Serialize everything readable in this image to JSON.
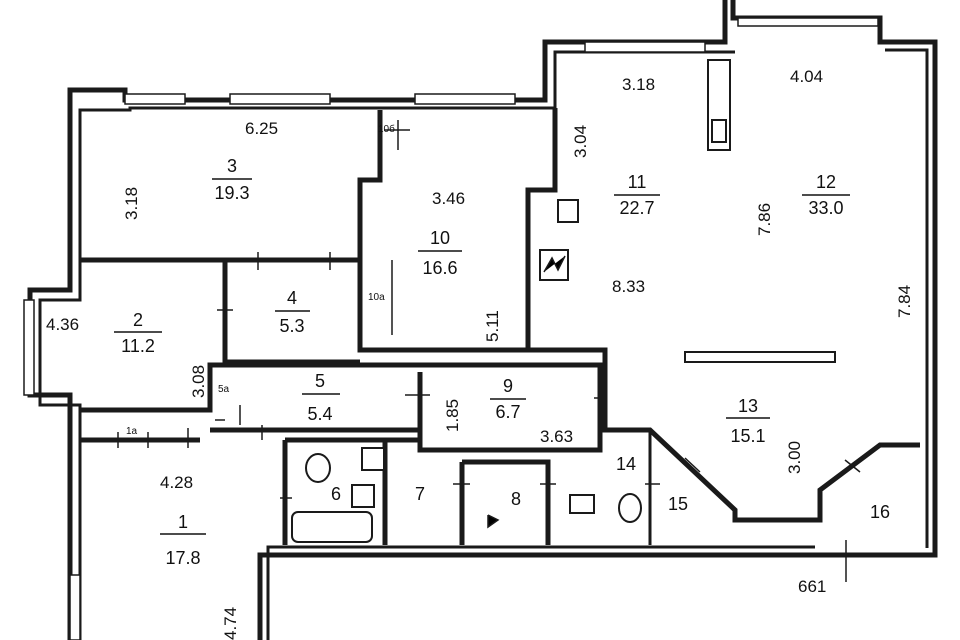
{
  "rooms": [
    {
      "id": "1",
      "area": "17.8"
    },
    {
      "id": "2",
      "area": "11.2"
    },
    {
      "id": "3",
      "area": "19.3"
    },
    {
      "id": "4",
      "area": "5.3"
    },
    {
      "id": "5",
      "area": "5.4"
    },
    {
      "id": "6"
    },
    {
      "id": "7"
    },
    {
      "id": "8"
    },
    {
      "id": "9",
      "area": "6.7"
    },
    {
      "id": "10",
      "area": "16.6"
    },
    {
      "id": "11",
      "area": "22.7"
    },
    {
      "id": "12",
      "area": "33.0"
    },
    {
      "id": "13",
      "area": "15.1"
    },
    {
      "id": "14"
    },
    {
      "id": "15"
    },
    {
      "id": "16"
    }
  ],
  "small_labels": [
    "5a",
    "1a",
    "10a",
    "10б"
  ],
  "dimensions": [
    "6.25",
    "3.18",
    "3.46",
    "3.04",
    "3.18",
    "4.04",
    "7.86",
    "7.84",
    "8.33",
    "5.11",
    "4.36",
    "3.08",
    "1.85",
    "3.63",
    "3.00",
    "4.28",
    "4.74",
    "661"
  ],
  "colors": {
    "wall": "#1a1a1a",
    "background": "#ffffff"
  }
}
